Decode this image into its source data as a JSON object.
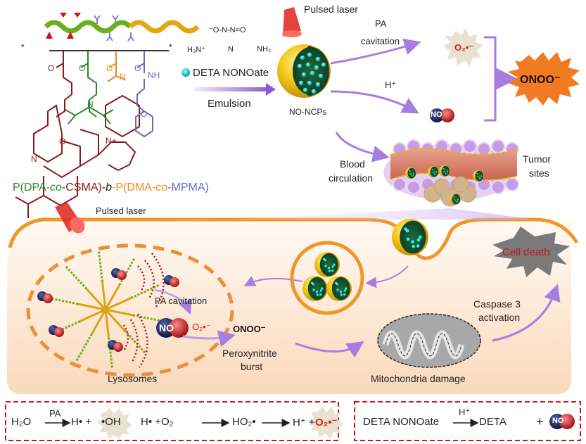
{
  "polymer": {
    "name_parts": [
      {
        "text": "P(DPA-",
        "color": "#2a8a2a"
      },
      {
        "text": "co",
        "color": "#2a8a2a",
        "italic": true
      },
      {
        "text": "-CSMA)",
        "color": "#8b1a1a"
      },
      {
        "text": "-",
        "color": "#222"
      },
      {
        "text": "b",
        "color": "#222",
        "italic": true
      },
      {
        "text": "-P(DMA-",
        "color": "#f08a1c"
      },
      {
        "text": "co",
        "color": "#f08a1c",
        "italic": true
      },
      {
        "text": "-MPMA)",
        "color": "#6a6ab8"
      }
    ],
    "structure_labels": {
      "carbonyl_o": "O",
      "ester_o": "O",
      "amide_nh": "NH",
      "amine_n": "N",
      "morpholine_o": "O",
      "xanthene_o": "O",
      "indolium": "N+"
    },
    "colors": {
      "csma": "#8b1a1a",
      "dpa": "#2a8a2a",
      "dma": "#f08a1c",
      "mpma": "#6a6ab8"
    }
  },
  "synthesis": {
    "nonoate_formula_top": "⁻O-N-N=O",
    "nonoate_formula_bottom_left": "H₃N⁺",
    "nonoate_formula_bottom_mid": "N",
    "nonoate_formula_bottom_right": "NH₂",
    "legend_label": "DETA NONOate",
    "arrow_label": "Emulsion"
  },
  "top_right": {
    "laser_label": "Pulsed laser",
    "nanoparticle_label": "NO-NCPs",
    "pa_label_line1": "PA",
    "pa_label_line2": "cavitation",
    "h_plus_label": "H⁺",
    "superoxide_label": "O₂•⁻",
    "no_label": "NO",
    "product_label": "ONOO⁻",
    "blood_line1": "Blood",
    "blood_line2": "circulation",
    "tumor_line1": "Tumor",
    "tumor_line2": "sites"
  },
  "cell": {
    "laser_label": "Pulsed laser",
    "lysosome_label": "Lysosomes",
    "pa_cavitation": "PA cavitation",
    "superoxide": "O₂•⁻",
    "no_label": "NO",
    "product": "ONOO⁻",
    "burst_line1": "Peroxynitrite",
    "burst_line2": "burst",
    "mito_label": "Mitochondria damage",
    "caspase_line1": "Caspase 3",
    "caspase_line2": "activation",
    "death_label": "Cell death"
  },
  "equations": {
    "left": {
      "h2o": "H₂O",
      "pa": "PA",
      "h_rad": "H• +",
      "oh": "•OH",
      "h_o2": "H• +O₂",
      "ho2": "HO₂•",
      "h_plus": "H⁺ +",
      "o2": "O₂•⁻"
    },
    "right": {
      "reactant": "DETA NONOate",
      "catalyst": "H⁺",
      "product": "DETA",
      "plus": "+",
      "no": "NO"
    }
  }
}
